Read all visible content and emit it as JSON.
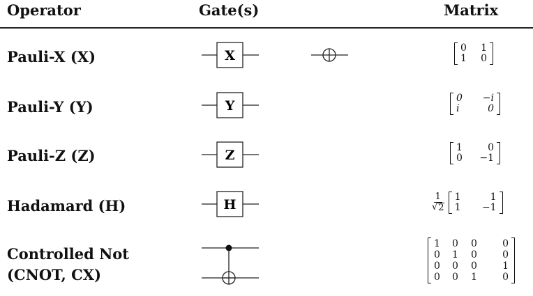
{
  "headers": {
    "operator": "Operator",
    "gates": "Gate(s)",
    "matrix": "Matrix"
  },
  "rows": [
    {
      "label_lines": [
        "Pauli-X (X)"
      ],
      "gate_letter": "X",
      "matrix": {
        "rows": [
          [
            "0",
            "1"
          ],
          [
            "1",
            "0"
          ]
        ]
      }
    },
    {
      "label_lines": [
        "Pauli-Y (Y)"
      ],
      "gate_letter": "Y",
      "matrix": {
        "rows": [
          [
            "0",
            "−i"
          ],
          [
            "i",
            "0"
          ]
        ]
      }
    },
    {
      "label_lines": [
        "Pauli-Z (Z)"
      ],
      "gate_letter": "Z",
      "matrix": {
        "rows": [
          [
            "1",
            "0"
          ],
          [
            "0",
            "−1"
          ]
        ]
      }
    },
    {
      "label_lines": [
        "Hadamard (H)"
      ],
      "gate_letter": "H",
      "matrix": {
        "prefix_num": "1",
        "prefix_den": "2",
        "rows": [
          [
            "1",
            "1"
          ],
          [
            "1",
            "−1"
          ]
        ]
      }
    },
    {
      "label_lines": [
        "Controlled Not",
        "(CNOT, CX)"
      ],
      "gate_letter": "",
      "matrix": {
        "rows": [
          [
            "1",
            "0",
            "0",
            "0"
          ],
          [
            "0",
            "1",
            "0",
            "0"
          ],
          [
            "0",
            "0",
            "0",
            "1"
          ],
          [
            "0",
            "0",
            "1",
            "0"
          ]
        ]
      }
    }
  ]
}
